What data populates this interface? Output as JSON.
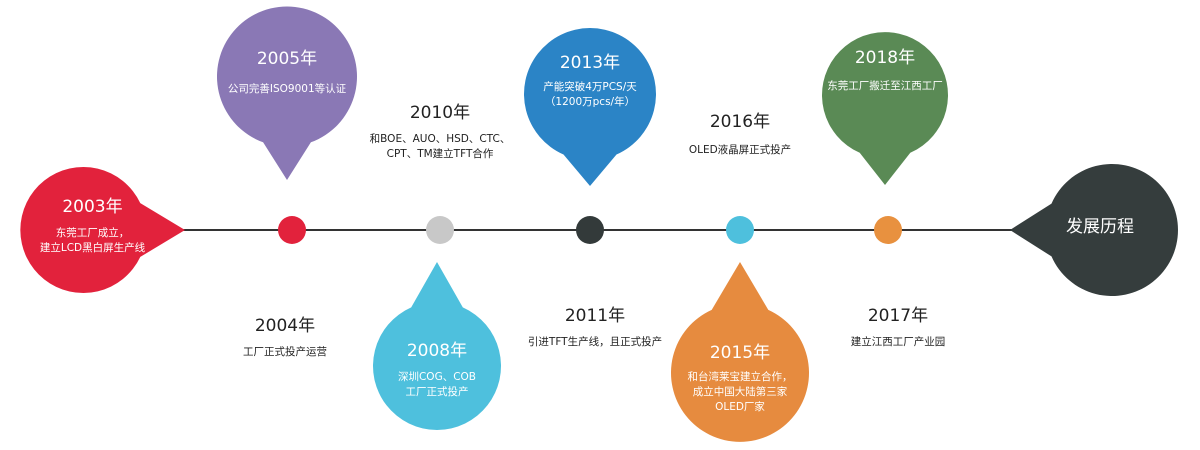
{
  "title": "发展历程",
  "colors": {
    "line": "#333333",
    "title_bubble": "#353d3d"
  },
  "events": [
    {
      "year": "2003年",
      "desc": "东莞工厂成立，\n建立LCD黑白屏生产线",
      "color": "#e2223c",
      "style": "bubble-left"
    },
    {
      "year": "2004年",
      "desc": "工厂正式投产运营",
      "color": "#e2223c",
      "style": "plain-below"
    },
    {
      "year": "2005年",
      "desc": "公司完善ISO9001等认证",
      "color": "#8a78b5",
      "style": "bubble-above"
    },
    {
      "year": "2008年",
      "desc": "深圳COG、COB\n工厂正式投产",
      "color": "#4ec0dd",
      "style": "bubble-below"
    },
    {
      "year": "2010年",
      "desc": "和BOE、AUO、HSD、CTC、\nCPT、TM建立TFT合作",
      "color": "#c8c8c8",
      "style": "plain-above"
    },
    {
      "year": "2011年",
      "desc": "引进TFT生产线，且正式投产",
      "color": "#333a3a",
      "style": "plain-below"
    },
    {
      "year": "2013年",
      "desc": "产能突破4万PCS/天\n（1200万pcs/年）",
      "color": "#2b84c6",
      "style": "bubble-above"
    },
    {
      "year": "2015年",
      "desc": "和台湾莱宝建立合作，\n成立中国大陆第三家\nOLED厂家",
      "color": "#e68b3f",
      "style": "bubble-below"
    },
    {
      "year": "2016年",
      "desc": "OLED液晶屏正式投产",
      "color": "#4ec0dd",
      "style": "plain-above"
    },
    {
      "year": "2017年",
      "desc": "建立江西工厂产业园",
      "color": "#e8913f",
      "style": "plain-below"
    },
    {
      "year": "2018年",
      "desc": "东莞工厂搬迁至江西工厂",
      "color": "#5a8a55",
      "style": "bubble-above"
    }
  ]
}
